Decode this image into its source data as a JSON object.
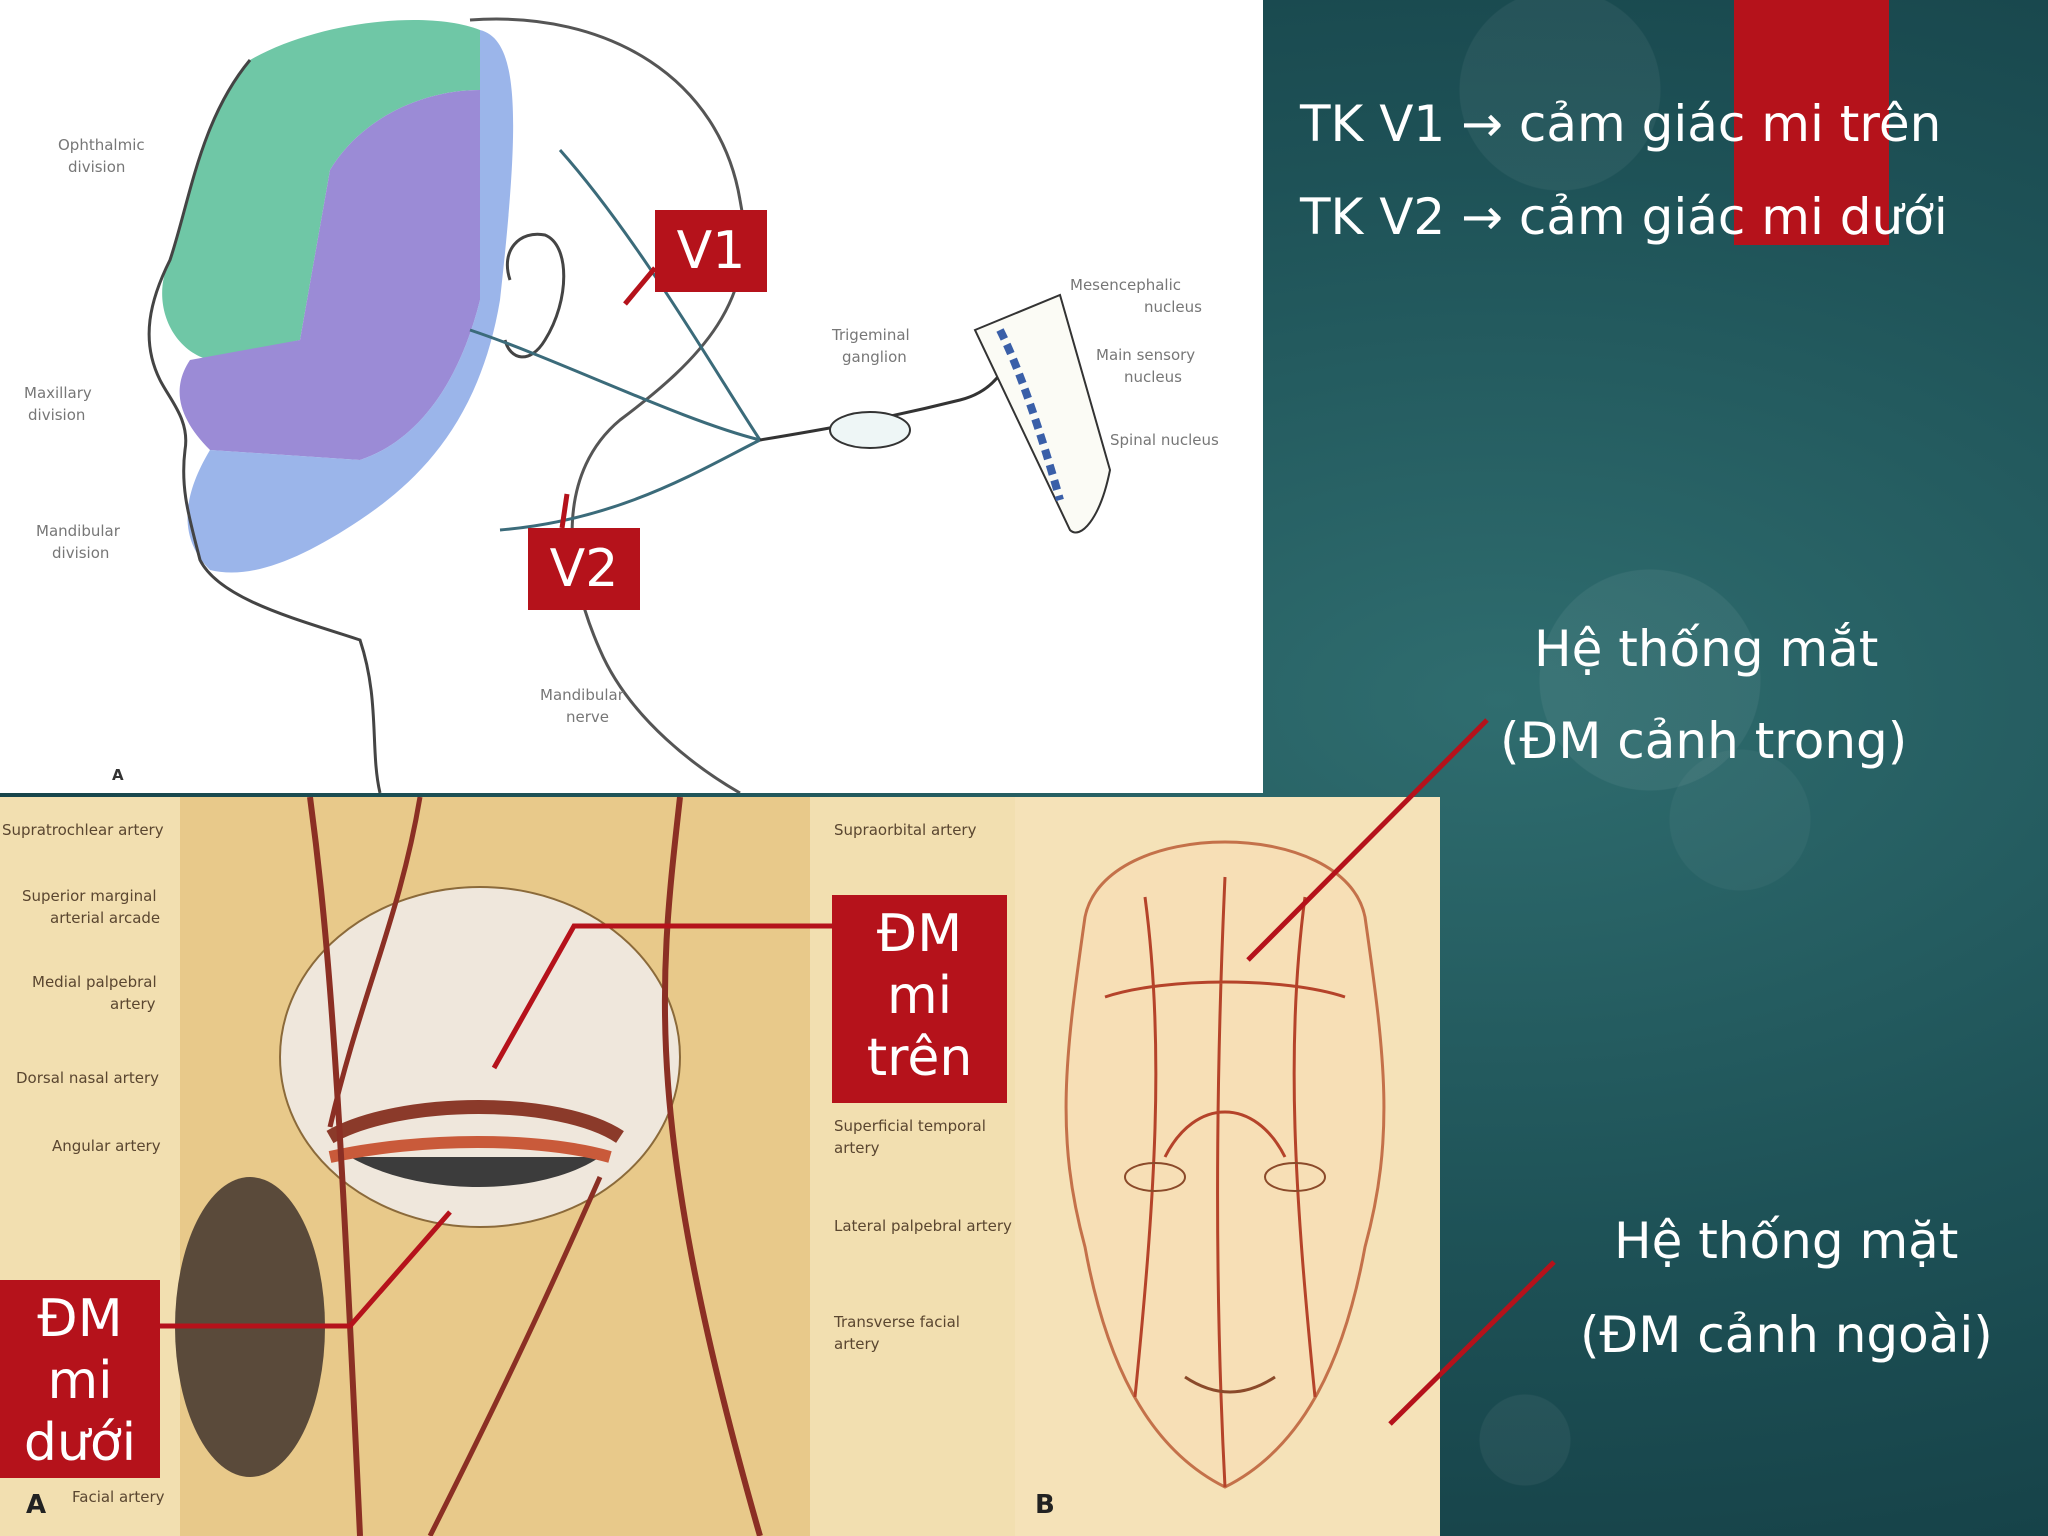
{
  "slide": {
    "heading": {
      "line1": "TK V1 → cảm giác mi trên",
      "line2": "TK V2 → cảm giác mi dưới"
    },
    "eye_system": {
      "line1": "Hệ thống mắt",
      "line2": "(ĐM cảnh trong)"
    },
    "face_system": {
      "line1": "Hệ thống mặt",
      "line2": "(ĐM cảnh ngoài)"
    },
    "accent_color": "#b5121b",
    "background_color": "#1a4f55"
  },
  "nerve_diagram": {
    "callouts": {
      "v1": "V1",
      "v2": "V2"
    },
    "labels": {
      "ophthalmic_1": "Ophthalmic",
      "ophthalmic_2": "division",
      "maxillary_1": "Maxillary",
      "maxillary_2": "division",
      "mandibular_1": "Mandibular",
      "mandibular_2": "division",
      "mandibular_nerve_1": "Mandibular",
      "mandibular_nerve_2": "nerve",
      "trigeminal_1": "Trigeminal",
      "trigeminal_2": "ganglion",
      "mesencephalic_1": "Mesencephalic",
      "mesencephalic_2": "nucleus",
      "main_sensory_1": "Main sensory",
      "main_sensory_2": "nucleus",
      "spinal_nucleus": "Spinal nucleus",
      "panel_letter": "A"
    }
  },
  "vessel_diagram": {
    "callouts": {
      "dm_tren": [
        "ĐM",
        "mi",
        "trên"
      ],
      "dm_duoi": [
        "ĐM",
        "mi",
        "dưới"
      ]
    },
    "labels": {
      "supratrochlear": "Supratrochlear artery",
      "superior_marginal_1": "Superior marginal",
      "superior_marginal_2": "arterial arcade",
      "medial_palpebral_1": "Medial palpebral",
      "medial_palpebral_2": "artery",
      "dorsal_nasal": "Dorsal nasal artery",
      "angular": "Angular artery",
      "facial": "Facial artery",
      "supraorbital": "Supraorbital artery",
      "superficial_temporal_1": "Superficial temporal",
      "superficial_temporal_2": "artery",
      "lateral_palpebral": "Lateral palpebral artery",
      "transverse_facial_1": "Transverse facial",
      "transverse_facial_2": "artery",
      "panel_letter_a": "A",
      "panel_letter_b": "B"
    }
  }
}
